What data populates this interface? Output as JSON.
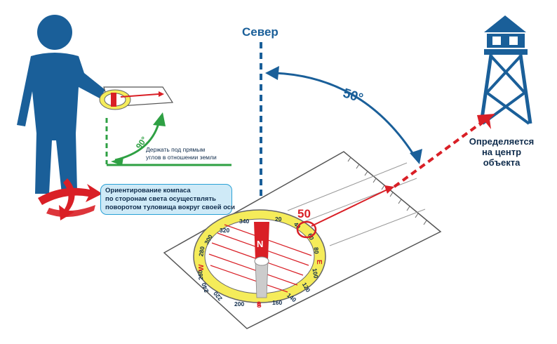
{
  "labels": {
    "north": "Север",
    "angle_arc": "50°",
    "bearing_value": "50",
    "right_angle": "90°",
    "hold_instruction": [
      "Держать под прямым",
      "углов в отношении земли"
    ],
    "rotate_instruction": [
      "Ориентирование компаса",
      "по сторонам света осуществлять",
      "поворотом туловища вокруг своей оси"
    ],
    "target_instruction": [
      "Определяется",
      "на центр",
      "объекта"
    ],
    "needle_north": "N",
    "needle_south": "S"
  },
  "dial": {
    "degree_labels": [
      "340",
      "320",
      "300",
      "280",
      "260",
      "240",
      "220",
      "200",
      "160",
      "140",
      "120",
      "100",
      "80",
      "60",
      "40",
      "20"
    ],
    "cardinal": [
      "W",
      "E",
      "S"
    ]
  },
  "colors": {
    "dark_blue": "#0f2c4c",
    "blue": "#1a5f99",
    "red": "#d91f26",
    "green": "#2ea043",
    "yellow": "#f5ec5a",
    "callout_bg": "#cfeaf7",
    "callout_border": "#2aa1d6"
  }
}
